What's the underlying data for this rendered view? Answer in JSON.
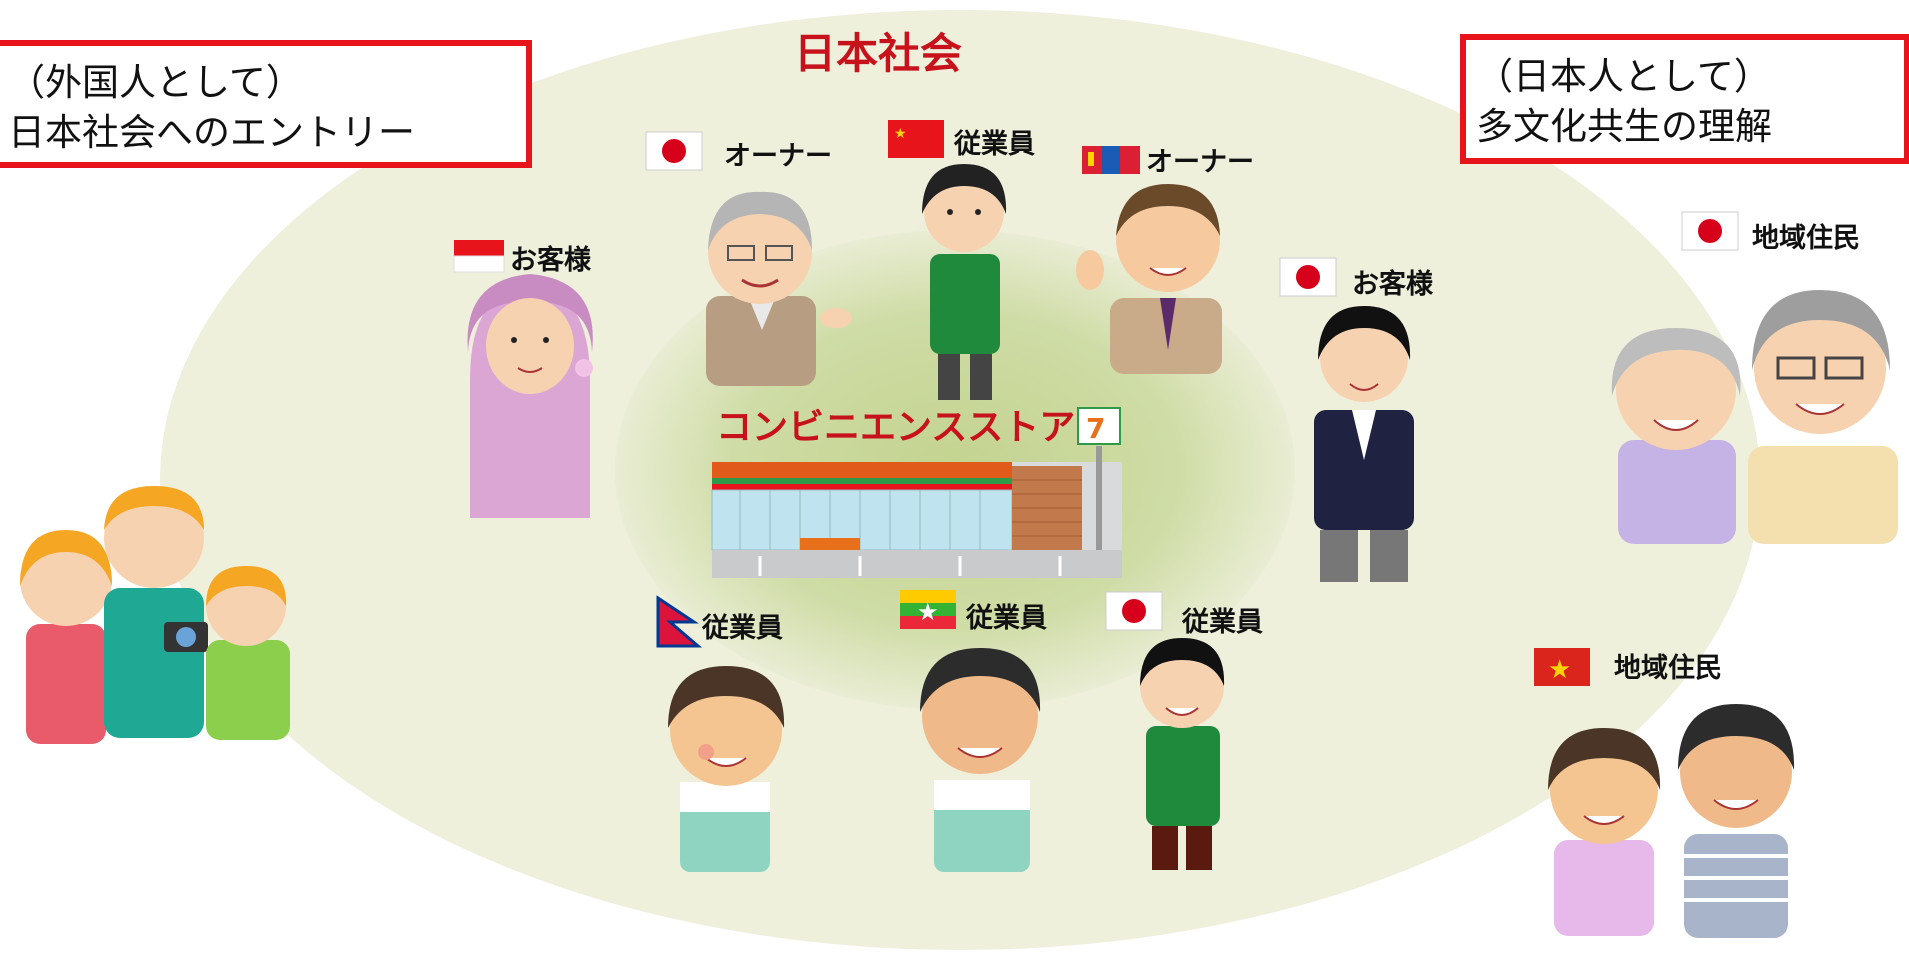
{
  "society_title": "日本社会",
  "callout_left": {
    "line1": "（外国人として）",
    "line2": "日本社会へのエントリー"
  },
  "callout_right": {
    "line1": "（日本人として）",
    "line2": "多文化共生の理解"
  },
  "store": {
    "title": "コンビニエンスストア"
  },
  "people": [
    {
      "label": "オーナー"
    },
    {
      "label": "従業員"
    },
    {
      "label": "オーナー"
    },
    {
      "label": "お客様"
    },
    {
      "label": "お客様"
    },
    {
      "label": "従業員"
    },
    {
      "label": "従業員"
    },
    {
      "label": "従業員"
    },
    {
      "label": "地域住民"
    },
    {
      "label": "地域住民"
    }
  ],
  "colors": {
    "accent_red": "#e8141b",
    "title_red": "#c8121b",
    "outer_ellipse": "#eef0dc",
    "inner_glow": "#cfdca6"
  }
}
